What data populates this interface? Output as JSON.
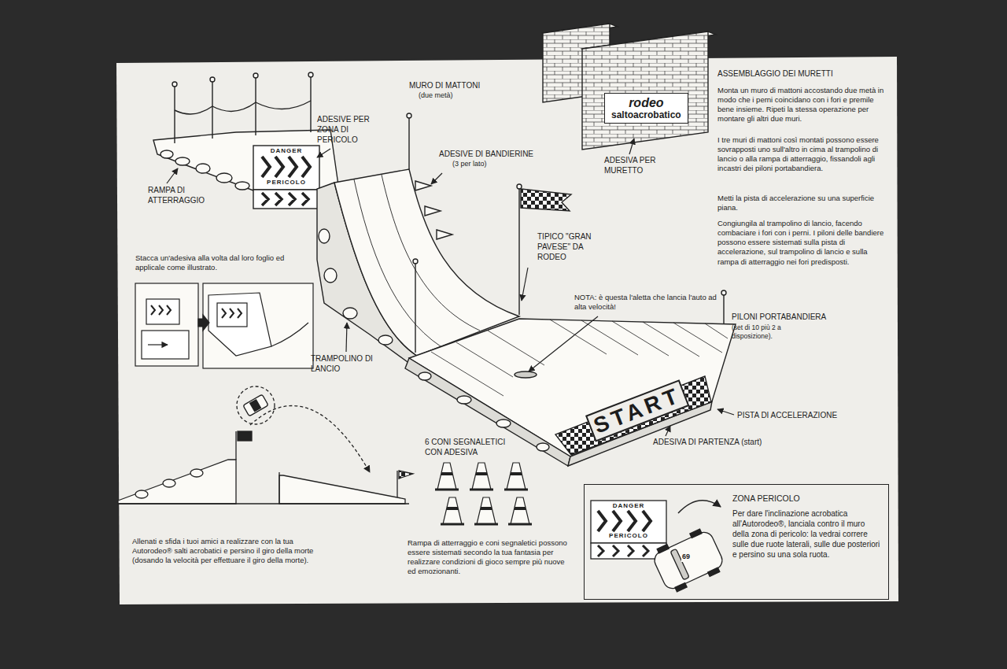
{
  "diagram": {
    "nodes": [
      {
        "text": [
          "DANGER",
          "PERICOLO"
        ]
      },
      {
        "text": [
          "rodeo",
          "saltoacrobatico"
        ]
      },
      {
        "text": [
          "ZONA PERICOLO",
          "Per dare l'inclinazione acrobatica all'Autorodeo®, lanciala contro il muro della zona di pericolo: la vedrai correre sulle due ruote laterali, sulle due posteriori e persino su una sola ruota."
        ]
      },
      {
        "text": [
          "DANGER",
          "PERICOLO"
        ],
        "in": 2
      }
    ],
    "labels": [
      "MURO DI MATTONI",
      "(due metà)",
      "ADESIVE PER ZONA DI PERICOLO",
      "ADESIVE DI BANDIERINE",
      "(3 per lato)",
      "RAMPA DI ATTERRAGGIO",
      "ADESIVA PER MURETTO",
      "TIPICO \"GRAN PAVESE\" DA RODEO",
      "Stacca un'adesiva alla volta dal loro foglio ed applicale come illustrato.",
      "TRAMPOLINO DI LANCIO",
      "NOTA: è questa l'aletta che lancia l'auto ad alta velocità!",
      "PILONI PORTABANDIERA",
      "(set di 10 più 2 a disposizione).",
      "START",
      "PISTA DI ACCELERAZIONE",
      "ADESIVA DI PARTENZA (start)",
      "6 CONI SEGNALETICI CON ADESIVA",
      "Allenati e sfida i tuoi amici a realizzare con la tua Autorodeo® salti acrobatici e persino il giro della morte (dosando la velocità per effettuare il giro della morte).",
      "Rampa di atterraggio e coni segnaletici possono essere sistemati secondo la tua fantasia per realizzare condizioni di gioco sempre più nuove ed emozionanti.",
      "ASSEMBLAGGIO DEI MURETTI",
      "Monta un muro di mattoni accostando due metà in modo che i perni coincidano con i fori e premile bene insieme. Ripeti la stessa operazione per montare gli altri due muri.",
      "I tre muri di mattoni così montati possono essere sovrapposti uno sull'altro in cima al trampolino di lancio o alla rampa di atterraggio, fissandoli agli incastri dei piloni portabandiera.",
      "Metti la pista di accelerazione su una superficie piana.",
      "Congiungila al trampolino di lancio, facendo combaciare i fori con i perni. I piloni delle bandiere possono essere sistemati sulla pista di accelerazione, sul trampolino di lancio e sulla rampa di atterraggio nei fori predisposti.",
      "69"
    ]
  }
}
